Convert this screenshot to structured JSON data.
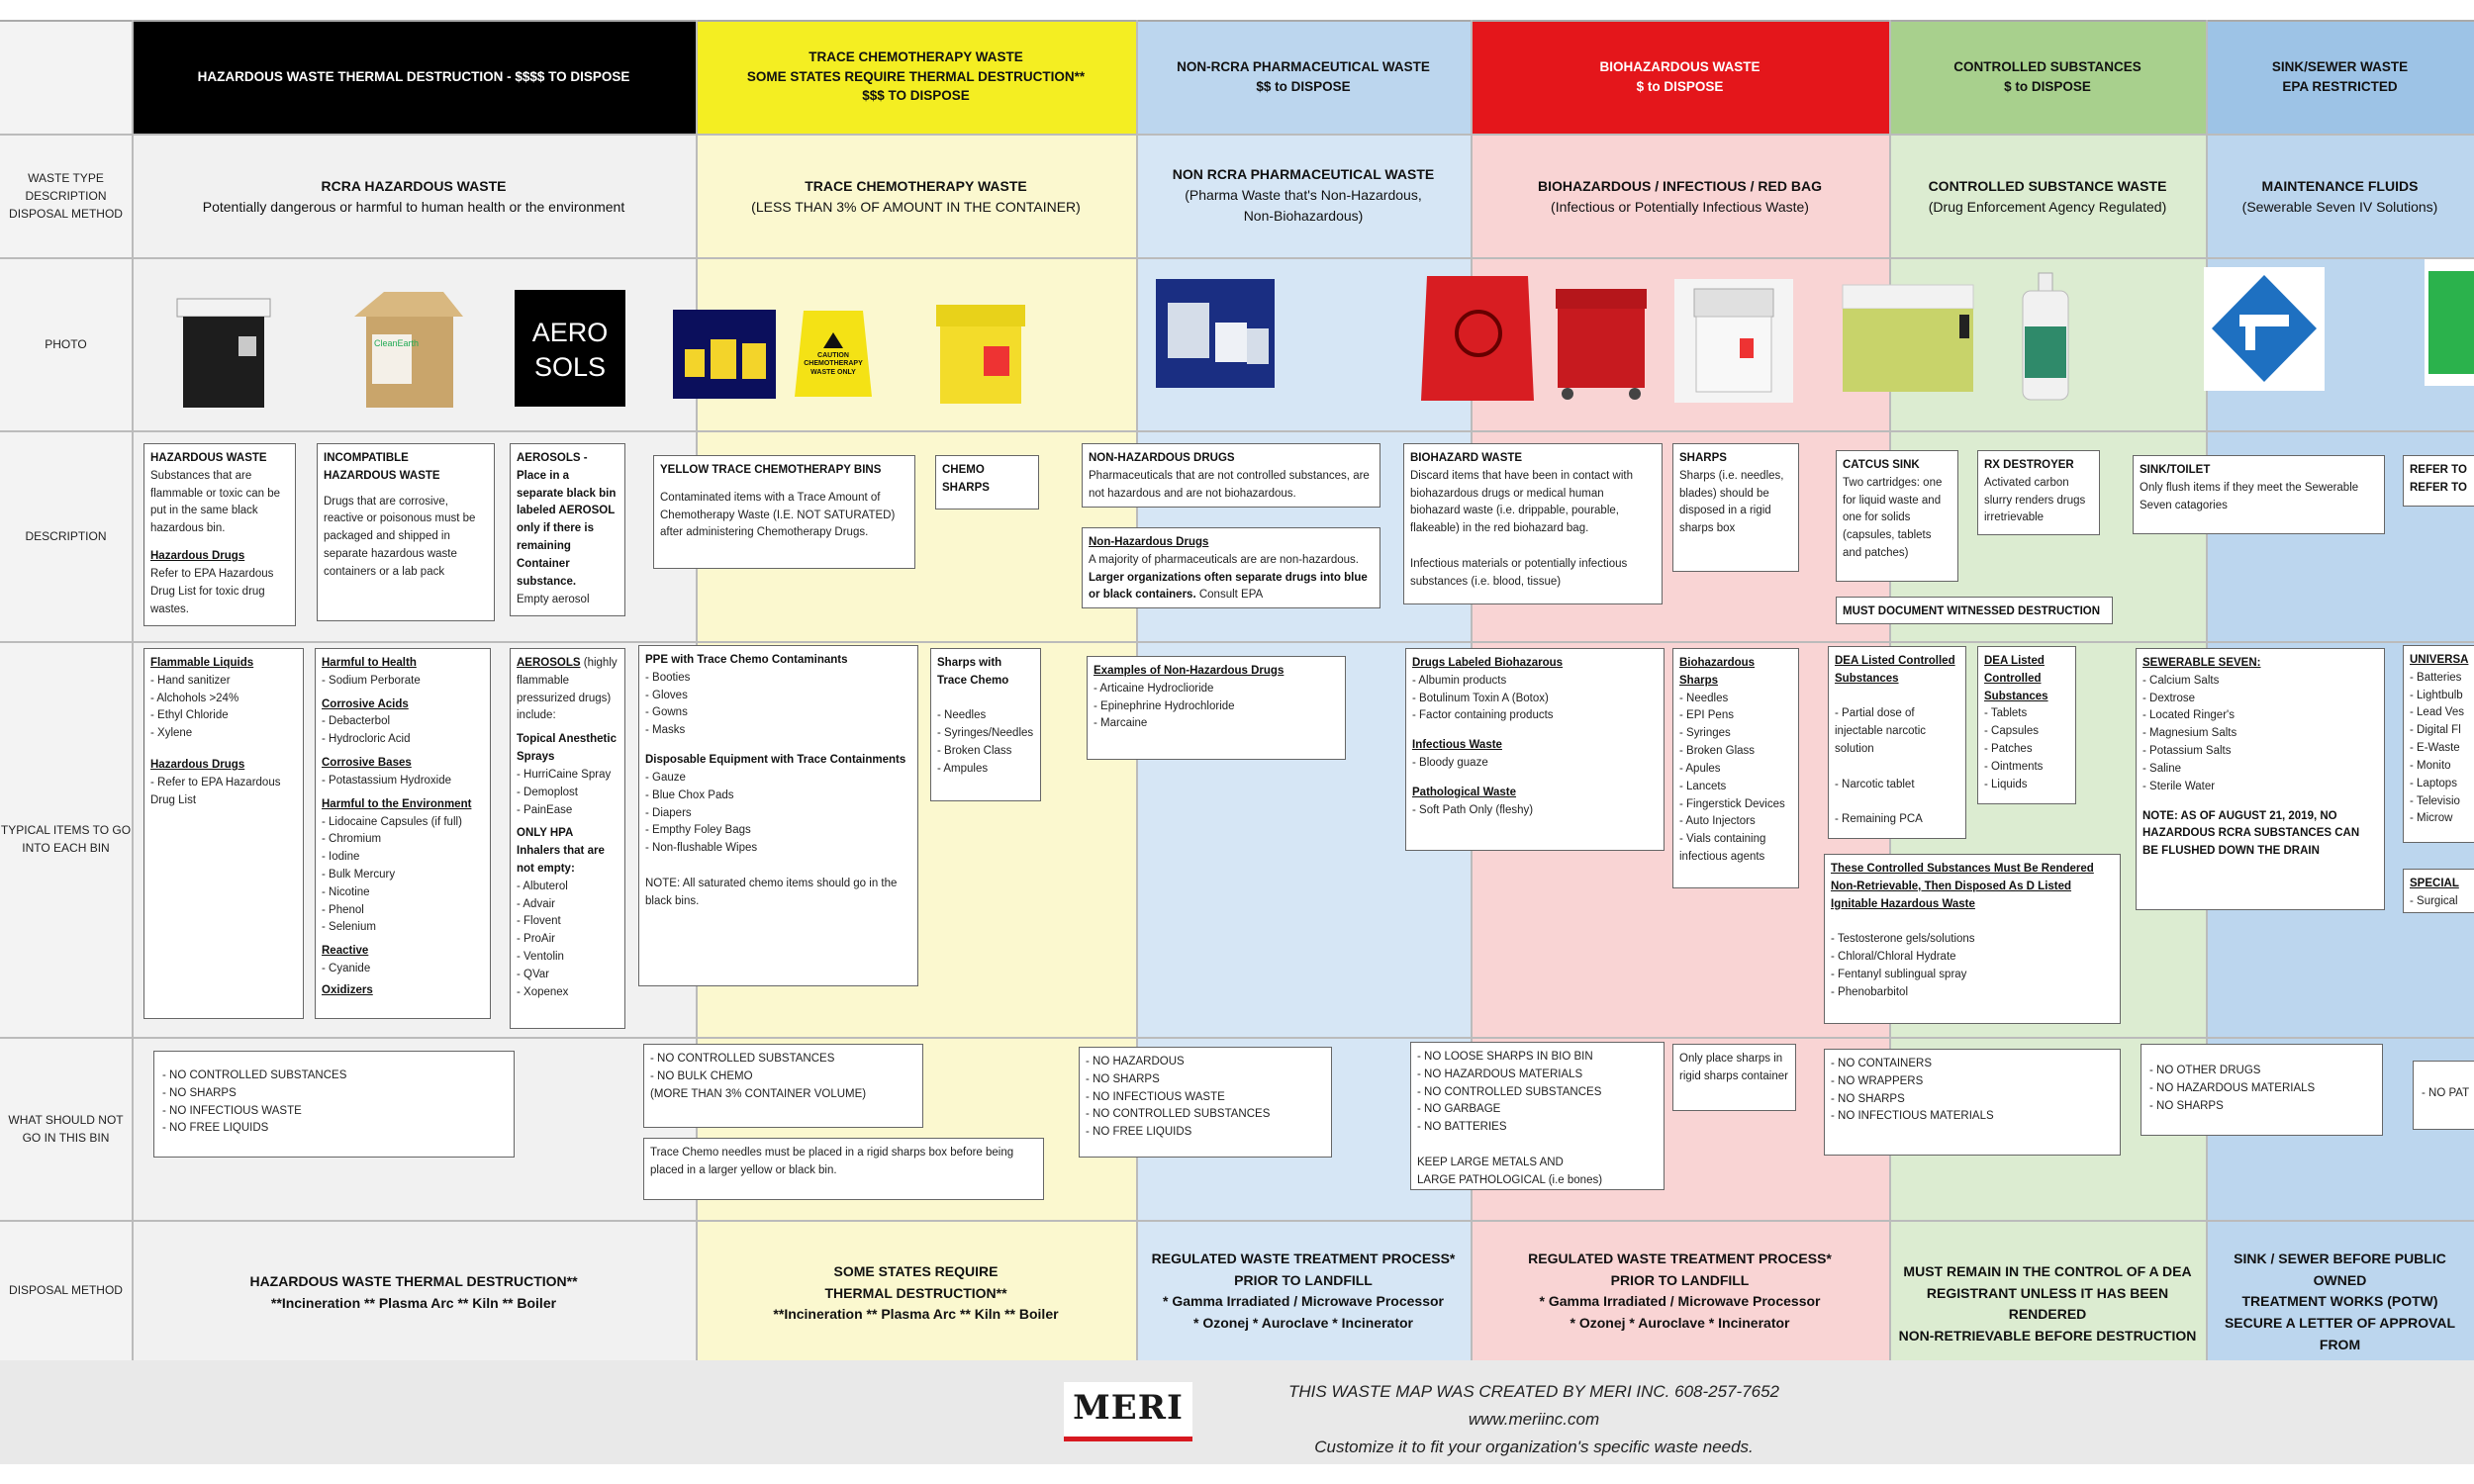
{
  "columns": [
    {
      "id": "hazardous",
      "header": "HAZARDOUS WASTE THERMAL DESTRUCTION - $$$$ TO DISPOSE",
      "color": "#000000",
      "text_color": "#ffffff",
      "body_color": "#f1f1f1",
      "waste_type_title": "RCRA HAZARDOUS WASTE",
      "waste_type_sub": "Potentially dangerous or harmful to human health or the environment",
      "disposal": "HAZARDOUS WASTE THERMAL DESTRUCTION**\n**Incineration  ** Plasma Arc  ** Kiln  ** Boiler"
    },
    {
      "id": "trace-chemo",
      "header": "TRACE CHEMOTHERAPY WASTE\nSOME STATES REQUIRE THERMAL DESTRUCTION**\n$$$ TO DISPOSE",
      "color": "#f4ee22",
      "text_color": "#111111",
      "body_color": "#fbf8cf",
      "waste_type_title": "TRACE CHEMOTHERAPY WASTE",
      "waste_type_sub": "(LESS THAN 3% OF AMOUNT IN THE CONTAINER)",
      "disposal": "SOME STATES REQUIRE\nTHERMAL DESTRUCTION**\n**Incineration  ** Plasma Arc  ** Kiln  ** Boiler"
    },
    {
      "id": "non-rcra",
      "header": "NON-RCRA PHARMACEUTICAL WASTE\n$$ to DISPOSE",
      "color": "#bcd6ee",
      "text_color": "#111111",
      "body_color": "#d6e6f5",
      "waste_type_title": "NON RCRA PHARMACEUTICAL WASTE",
      "waste_type_sub": "(Pharma Waste that's Non-Hazardous,\nNon-Biohazardous)",
      "disposal": "REGULATED WASTE TREATMENT PROCESS*\nPRIOR TO LANDFILL\n* Gamma Irradiated / Microwave Processor\n* Ozonej  * Auroclave  * Incinerator"
    },
    {
      "id": "biohazardous",
      "header": "BIOHAZARDOUS WASTE\n$ to DISPOSE",
      "color": "#e4161b",
      "text_color": "#ffffff",
      "body_color": "#f9d4d4",
      "waste_type_title": "BIOHAZARDOUS / INFECTIOUS / RED BAG",
      "waste_type_sub": "(Infectious or Potentially Infectious Waste)",
      "disposal": "REGULATED WASTE TREATMENT PROCESS*\nPRIOR TO LANDFILL\n* Gamma Irradiated / Microwave Processor\n* Ozonej  * Auroclave  * Incinerator"
    },
    {
      "id": "controlled",
      "header": "CONTROLLED SUBSTANCES\n$ to DISPOSE",
      "color": "#a8d08d",
      "text_color": "#111111",
      "body_color": "#dcecd1",
      "waste_type_title": "CONTROLLED SUBSTANCE WASTE",
      "waste_type_sub": "(Drug Enforcement Agency Regulated)",
      "disposal": "MUST REMAIN IN THE CONTROL OF A DEA\nREGISTRANT UNLESS IT HAS BEEN RENDERED\nNON-RETRIEVABLE BEFORE DESTRUCTION"
    },
    {
      "id": "sewer",
      "header": "SINK/SEWER WASTE\nEPA RESTRICTED",
      "color": "#9dc3e6",
      "text_color": "#111111",
      "body_color": "#bcd6ee",
      "waste_type_title": "MAINTENANCE FLUIDS",
      "waste_type_sub": "(Sewerable Seven IV Solutions)",
      "disposal": "SINK / SEWER BEFORE PUBLIC OWNED\nTREATMENT WORKS (POTW)\nSECURE A LETTER OF APPROVAL FROM\nYOUR LOCAL POTW"
    }
  ],
  "row_labels": {
    "waste_type": "WASTE TYPE\nDESCRIPTION\nDISPOSAL METHOD",
    "photo": "PHOTO",
    "description": "DESCRIPTION",
    "typical": "TYPICAL ITEMS TO GO\nINTO EACH BIN",
    "not_in_bin": "WHAT SHOULD NOT\nGO IN THIS BIN",
    "disposal": "DISPOSAL METHOD"
  },
  "photos": {
    "aerosols_label": "AERO\nSOLS",
    "chemo_bag_label": "CAUTION\nCHEMOTHERAPY\nWASTE ONLY",
    "box_label": "CleanEarth"
  },
  "desc": {
    "haz_waste_title": "HAZARDOUS WASTE",
    "haz_waste_body": "Substances that are flammable or toxic can be put in the same black hazardous bin.",
    "haz_drugs_title": "Hazardous Drugs",
    "haz_drugs_body": "Refer to EPA Hazardous Drug List for toxic drug wastes.",
    "incompat_title": "INCOMPATIBLE\nHAZARDOUS WASTE",
    "incompat_body": "Drugs that are corrosive, reactive or poisonous  must be packaged and shipped in separate hazardous waste containers or a lab pack",
    "aerosols_title": "AEROSOLS - Place in a separate black bin labeled AEROSOL only if there is remaining Container substance.",
    "aerosols_body": "Empty aerosol",
    "chemo_bins_title": "YELLOW TRACE CHEMOTHERAPY BINS",
    "chemo_bins_body": "Contaminated items with a Trace Amount of Chemotherapy Waste (I.E. NOT SATURATED) after administering Chemotherapy Drugs.",
    "chemo_sharps": "CHEMO\nSHARPS",
    "nonhaz_title": "NON-HAZARDOUS DRUGS",
    "nonhaz_body": "Pharmaceuticals that are not controlled substances, are not hazardous and are not biohazardous.",
    "nonhaz2_title": "Non-Hazardous Drugs",
    "nonhaz2_a": "A  majority of pharmaceuticals are are non-hazardous.  ",
    "nonhaz2_b": "Larger organizations often separate drugs into blue or black containers.",
    "nonhaz2_c": " Consult EPA",
    "bio_title": "BIOHAZARD WASTE",
    "bio_body": "Discard items that have been in contact with biohazardous drugs or medical human biohazard waste (i.e. drippable, pourable, flakeable) in the red biohazard bag.\n\nInfectious materials or potentially infectious substances (i.e. blood, tissue)",
    "sharps_title": "SHARPS",
    "sharps_body": "Sharps (i.e. needles, blades) should be disposed  in a rigid sharps box",
    "catcus_title": "CATCUS SINK",
    "catcus_body": "Two cartridges: one for liquid waste and one for solids (capsules, tablets and patches)",
    "rx_title": "RX DESTROYER",
    "rx_body": "Activated carbon slurry renders drugs irretrievable",
    "witness": "MUST DOCUMENT WITNESSED DESTRUCTION",
    "sink_title": "SINK/TOILET",
    "sink_body": "Only flush items if they meet the Sewerable Seven catagories",
    "refer": "REFER TO\nREFER TO"
  },
  "typical": {
    "flam": "Flammable Liquids",
    "flam_items": "- Hand sanitizer\n- Alchohols >24%\n- Ethyl Chloride\n- Xylene",
    "hd": "Hazardous Drugs",
    "hd_items": "- Refer to EPA Hazardous Drug List",
    "harm": "Harmful to Health",
    "harm_items": "- Sodium Perborate",
    "cacids": "Corrosive Acids",
    "cacids_items": "- Debacterbol\n- Hydrocloric Acid",
    "cbases": "Corrosive Bases",
    "cbases_items": "- Potastassium Hydroxide",
    "env": "Harmful to the Environment",
    "env_items": "- Lidocaine Capsules (if full)\n- Chromium\n- Iodine\n- Bulk Mercury\n- Nicotine\n- Phenol\n- Selenium",
    "react": "Reactive",
    "react_items": "- Cyanide",
    "oxid": "Oxidizers",
    "aero": "AEROSOLS",
    "aero_rest": " (highly flammable pressurized drugs) include:",
    "topical": "Topical Anesthetic Sprays",
    "topical_items": "- HurriCaine Spray\n- Demoplost\n- PainEase",
    "hpa": "ONLY HPA Inhalers that are not empty:",
    "hpa_items": "- Albuterol\n- Advair\n- Flovent\n- ProAir\n- Ventolin\n- QVar\n- Xopenex",
    "ppe": "PPE with Trace Chemo Contaminants",
    "ppe_items": "- Booties\n- Gloves\n- Gowns\n- Masks",
    "disp": "Disposable Equipment with Trace Containments",
    "disp_items": "- Gauze\n- Blue Chox Pads\n- Diapers\n- Empthy Foley Bags\n- Non-flushable  Wipes\n\nNOTE: All saturated chemo items should  go in the black bins.",
    "csharps": "Sharps with Trace Chemo",
    "csharps_items": "\n- Needles\n- Syringes/Needles\n- Broken Class\n- Ampules",
    "examples": "Examples of Non-Hazardous Drugs",
    "examples_items": "- Articaine Hydroclioride\n- Epinephrine  Hydrochloride\n- Marcaine",
    "biolab": "Drugs Labeled Biohazarous",
    "biolab_items": "- Albumin products\n- Botulinum Toxin A (Botox)\n- Factor containing products",
    "infw": "Infectious Waste",
    "infw_items": "- Bloody guaze",
    "path": "Pathological Waste",
    "path_items": "- Soft Path Only (fleshy)",
    "biosh": "Biohazardous Sharps",
    "biosh_items": "- Needles\n- EPI Pens\n- Syringes\n- Broken Glass\n- Apules\n- Lancets\n- Fingerstick Devices\n- Auto Injectors\n- Vials containing infectious agents",
    "dea1": "DEA Listed Controlled Substances",
    "dea1_items": "\n- Partial dose of injectable narcotic solution\n\n- Narcotic tablet\n\n- Remaining PCA",
    "dea2": "DEA Listed Controlled Substances",
    "dea2_items": "- Tablets\n- Capsules\n- Patches\n- Ointments\n- Liquids",
    "render": "These Controlled Substances Must Be Rendered Non-Retrievable, Then Disposed  As D Listed Ignitable Hazardous Waste",
    "render_items": "\n- Testosterone gels/solutions\n- Chloral/Chloral Hydrate\n- Fentanyl sublingual spray\n- Phenobarbitol",
    "sew7": "SEWERABLE SEVEN:",
    "sew7_items": "- Calcium Salts\n- Dextrose\n- Located Ringer's\n- Magnesium Salts\n- Potassium Salts\n- Saline\n- Sterile Water",
    "sew7_note": "NOTE: AS OF AUGUST 21, 2019, NO HAZARDOUS RCRA SUBSTANCES CAN BE FLUSHED DOWN THE DRAIN",
    "univ": "UNIVERSA",
    "univ_items": "- Batteries\n- Lightbulb\n- Lead Ves\n- Digital Fl\n- E-Waste\n  - Monito\n  - Laptops\n  - Televisio\n  - Microw",
    "special": "SPECIAL",
    "special_items": "- Surgical"
  },
  "notin": {
    "haz": "- NO CONTROLLED SUBSTANCES\n- NO SHARPS\n- NO INFECTIOUS WASTE\n- NO FREE LIQUIDS",
    "chemo": "- NO CONTROLLED SUBSTANCES\n- NO BULK CHEMO\n  (MORE THAN 3% CONTAINER VOLUME)",
    "chemo_note": "Trace Chemo needles must be placed in a rigid sharps box before being placed in a larger yellow or black bin.",
    "nonrcra": "- NO HAZARDOUS\n- NO SHARPS\n- NO INFECTIOUS WASTE\n- NO CONTROLLED SUBSTANCES\n- NO FREE LIQUIDS",
    "bio": "- NO LOOSE SHARPS IN BIO BIN\n- NO HAZARDOUS MATERIALS\n- NO CONTROLLED SUBSTANCES\n- NO GARBAGE\n- NO BATTERIES\n\nKEEP LARGE METALS AND\nLARGE PATHOLOGICAL  (i.e bones)",
    "bio_sharps": "Only place sharps in rigid sharps container",
    "ctrl": "- NO CONTAINERS\n- NO WRAPPERS\n- NO SHARPS\n- NO INFECTIOUS MATERIALS",
    "sewer": "- NO OTHER DRUGS\n- NO HAZARDOUS MATERIALS\n- NO SHARPS",
    "pat": "- NO PAT"
  },
  "footer": {
    "line1": "THIS WASTE MAP WAS CREATED BY MERI INC. 608-257-7652",
    "line2": "www.meriinc.com",
    "line3": "Customize it to fit your organization's specific waste needs.",
    "logo": "MERI"
  }
}
